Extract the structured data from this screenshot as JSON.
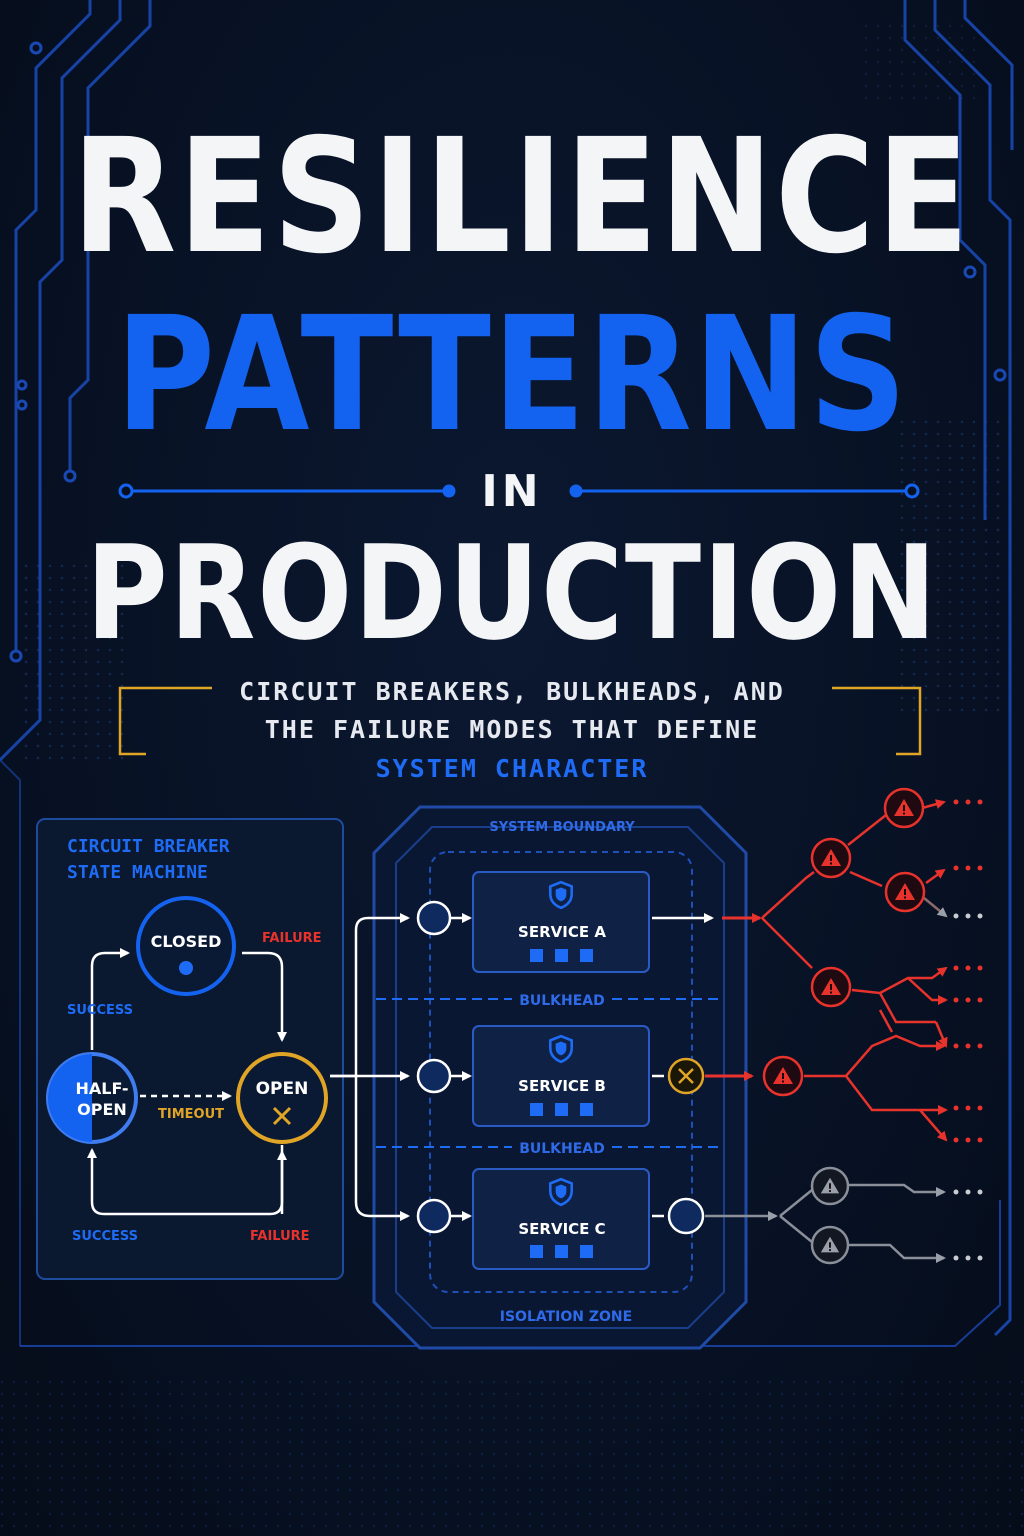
{
  "title": {
    "line1": "RESILIENCE",
    "line2": "PATTERNS",
    "line3": "IN",
    "line4": "PRODUCTION"
  },
  "subtitle": {
    "line1": "CIRCUIT BREAKERS, BULKHEADS, AND",
    "line2": "THE FAILURE MODES THAT DEFINE",
    "line3": "SYSTEM CHARACTER"
  },
  "state_machine": {
    "title_line1": "CIRCUIT BREAKER",
    "title_line2": "STATE MACHINE",
    "closed": "CLOSED",
    "open": "OPEN",
    "half_open_line1": "HALF-",
    "half_open_line2": "OPEN",
    "edge_failure_top": "FAILURE",
    "edge_success_left": "SUCCESS",
    "edge_timeout": "TIMEOUT",
    "edge_success_bottom": "SUCCESS",
    "edge_failure_bottom": "FAILURE"
  },
  "system": {
    "boundary_label": "SYSTEM BOUNDARY",
    "bulkhead_label_1": "BULKHEAD",
    "bulkhead_label_2": "BULKHEAD",
    "isolation_label": "ISOLATION ZONE",
    "services": [
      "SERVICE A",
      "SERVICE B",
      "SERVICE C"
    ]
  },
  "icons": {
    "warning": "warning-triangle-icon",
    "shield": "shield-icon",
    "close": "x-icon"
  },
  "colors": {
    "background": "#07101f",
    "accent_blue": "#1463f0",
    "failure_red": "#e8322c",
    "timeout_yellow": "#e0a526",
    "neutral_gray": "#8a8f99"
  }
}
